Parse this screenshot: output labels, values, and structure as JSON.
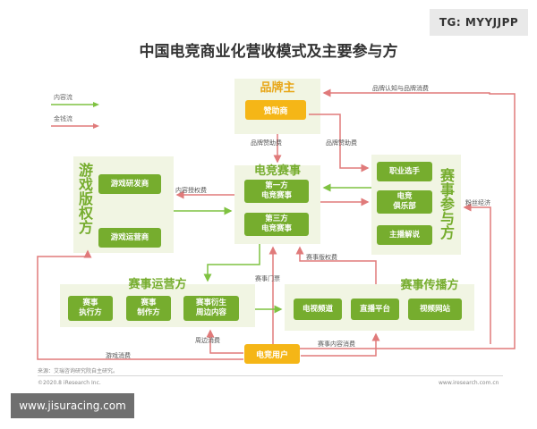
{
  "watermarks": {
    "top": "TG: MYYJJPP",
    "bottom": "www.jisuracing.com"
  },
  "title": "中国电竞商业化营收模式及主要参与方",
  "legend": {
    "content_flow": "内容流",
    "money_flow": "金钱流"
  },
  "colors": {
    "content_flow": "#7fc241",
    "money_flow": "#e07a7a",
    "green": "#76ad2e",
    "yellow": "#f5b617"
  },
  "brand": {
    "heading": "品牌主",
    "sponsor": "赞助商"
  },
  "esports": {
    "heading": "电竞赛事",
    "first_party": "第一方\n电竞赛事",
    "third_party": "第三方\n电竞赛事"
  },
  "licensors": {
    "heading": "游戏版权方",
    "developer": "游戏研发商",
    "operator": "游戏运营商"
  },
  "participants": {
    "heading": "赛事参与方",
    "pro_player": "职业选手",
    "club": "电竞\n俱乐部",
    "caster": "主播解说"
  },
  "operators": {
    "heading": "赛事运营方",
    "executor": "赛事\n执行方",
    "producer": "赛事\n制作方",
    "derivative": "赛事衍生\n周边内容"
  },
  "broadcast": {
    "heading": "赛事传播方",
    "tv": "电视频道",
    "live": "直播平台",
    "video": "视频网站"
  },
  "user": {
    "label": "电竞用户"
  },
  "edges": {
    "brand_recognition": "品牌认知与品牌消费",
    "brand_sponsor_fee_1": "品牌赞助费",
    "brand_sponsor_fee_2": "品牌赞助费",
    "content_license_fee": "内容授权费",
    "fan_economy": "粉丝经济",
    "event_rights_fee": "赛事版权费",
    "event_ticket": "赛事门票",
    "merch_consumption": "周边消费",
    "event_content_consumption": "赛事内容消费",
    "game_consumption": "游戏消费"
  },
  "footer": {
    "source": "来源：艾瑞咨询研究院自主研究。",
    "copyright": "©2020.8 iResearch Inc.",
    "site": "www.iresearch.com.cn"
  }
}
